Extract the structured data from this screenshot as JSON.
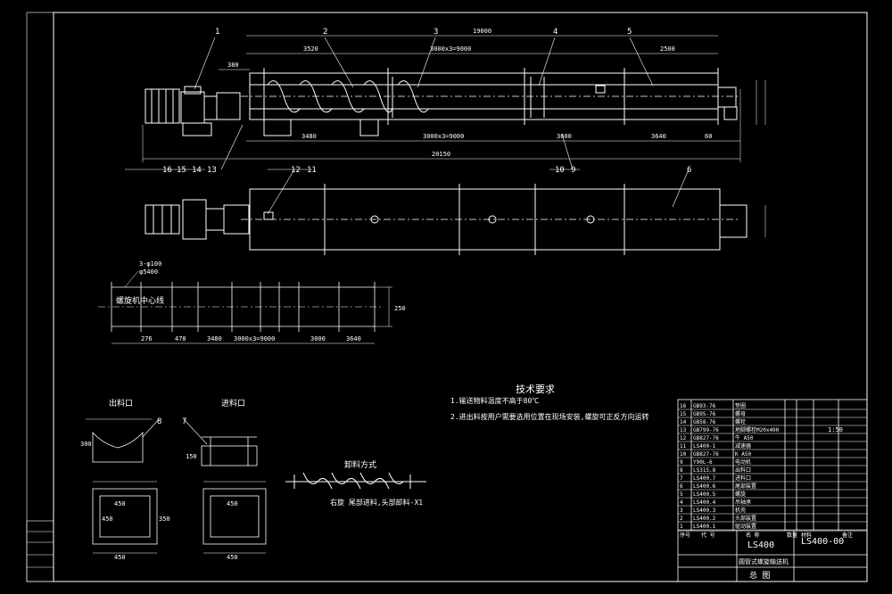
{
  "drawing": {
    "title_cn": "技术要求",
    "requirements": [
      "1.输送物料温度不高于80℃",
      "2.进出料按用户需要选用位置在现场安装,螺旋可正反方向运转"
    ],
    "discharge_label": "出料口",
    "feed_label": "进料口",
    "unload_title": "卸料方式",
    "unload_note": "右旋   尾部进料,头部卸料-X1",
    "centerline_label": "螺旋机中心线",
    "balloons_top": [
      "1",
      "2",
      "3",
      "4",
      "5"
    ],
    "balloons_bottom": [
      "16",
      "15",
      "14",
      "13",
      "12",
      "11",
      "10",
      "9",
      "6"
    ],
    "balloons_detail": [
      "8",
      "7"
    ]
  },
  "dimensions": {
    "overall": "19000",
    "total_length": "20150",
    "top_3520": "3520",
    "top_3000x3": "3000x3=9000",
    "top_2500": "2500",
    "left_380": "380",
    "bot_3480": "3480",
    "bot_3000x3": "3000x3=9000",
    "bot_3600": "3600",
    "bot_3640": "3640",
    "bot_60": "60",
    "plan_276": "276",
    "plan_470": "470",
    "plan_3480": "3480",
    "plan_3000x3": "3000x3=9000",
    "plan_3000": "3000",
    "plan_3640": "3640",
    "plan_250": "250",
    "hole_note": "3-φ100",
    "hole_note2": "φ5400",
    "dis_450a": "450",
    "dis_450b": "450",
    "dis_300": "300",
    "dis_350": "350",
    "dis_450c": "450",
    "feed_450a": "450",
    "feed_450b": "450",
    "feed_150": "150"
  },
  "parts_list": {
    "rows": [
      {
        "no": "16",
        "code": "GB93-76",
        "name": "垫圈"
      },
      {
        "no": "15",
        "code": "GB95-76",
        "name": "螺母"
      },
      {
        "no": "14",
        "code": "GB58-76",
        "name": "螺栓"
      },
      {
        "no": "13",
        "code": "GB799-76",
        "name": "地脚螺栓M20x400"
      },
      {
        "no": "12",
        "code": "GB827-76",
        "name": "牛  A50"
      },
      {
        "no": "11",
        "code": "LS400-1",
        "name": "减速器"
      },
      {
        "no": "10",
        "code": "GB827-76",
        "name": "K  A50"
      },
      {
        "no": "9",
        "code": "Y90L-6",
        "name": "电动机"
      },
      {
        "no": "8",
        "code": "LS315.8",
        "name": "出料口"
      },
      {
        "no": "7",
        "code": "LS400.7",
        "name": "进料口"
      },
      {
        "no": "6",
        "code": "LS400.6",
        "name": "尾部装置"
      },
      {
        "no": "5",
        "code": "LS400.5",
        "name": "螺旋"
      },
      {
        "no": "4",
        "code": "LS400.4",
        "name": "吊轴承"
      },
      {
        "no": "3",
        "code": "LS400.3",
        "name": "机壳"
      },
      {
        "no": "2",
        "code": "LS400.2",
        "name": "头部装置"
      },
      {
        "no": "1",
        "code": "LS400.1",
        "name": "驱动装置"
      }
    ],
    "header": [
      "序号",
      "代 号",
      "名  称",
      "数量",
      "材料",
      "备注"
    ],
    "model": "LS400",
    "drawing_no": "LS400-00",
    "product_name": "圆管式螺旋输送机",
    "sheet_title": "总  图",
    "scale": "1:50"
  },
  "side_table": {
    "rows": [
      "",
      "",
      "",
      "",
      "",
      "",
      ""
    ]
  }
}
